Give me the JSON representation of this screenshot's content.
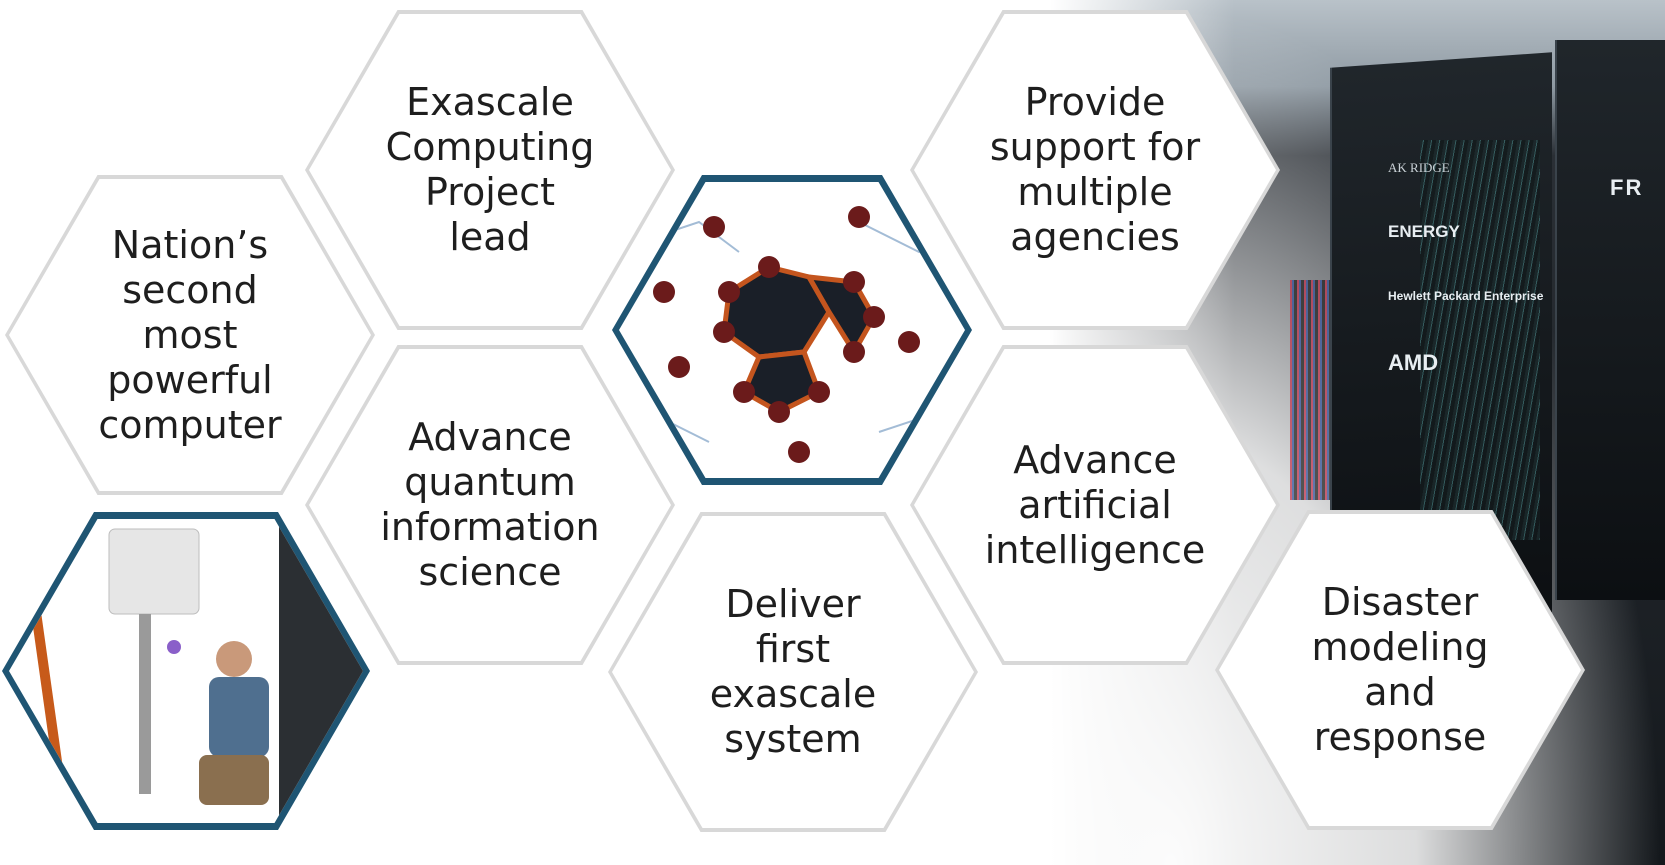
{
  "hexagons": {
    "nation": "Nation’s\nsecond most\npowerful\ncomputer",
    "exascale_project": "Exascale\nComputing\nProject\nlead",
    "quantum": "Advance\nquantum\ninformation\nscience",
    "multiple_agencies": "Provide\nsupport for\nmultiple\nagencies",
    "ai": "Advance\nartificial\nintelligence",
    "first_exascale": "Deliver\nfirst exascale\nsystem",
    "disaster": "Disaster\nmodeling\nand\nresponse"
  },
  "photo_branding": {
    "oak_ridge": "AK RIDGE",
    "doe": "ENERGY",
    "hpe": "Hewlett Packard Enterprise",
    "amd": "AMD",
    "frontier": "FR"
  },
  "colors": {
    "hex_border": "#d8d8d8",
    "photo_hex_border": "#1f5573",
    "text": "#1e1e1e"
  }
}
